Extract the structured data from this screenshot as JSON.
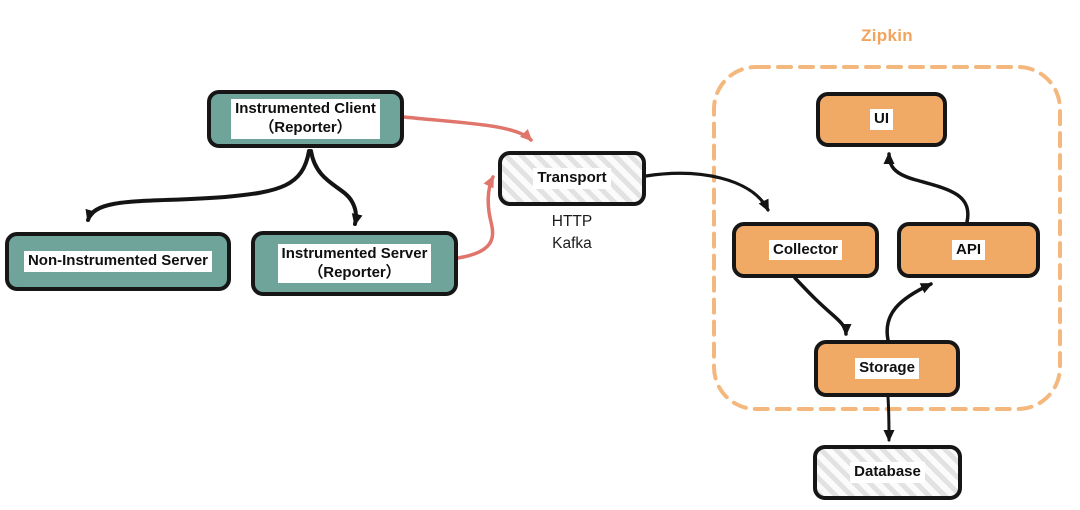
{
  "container": {
    "label": "Zipkin"
  },
  "nodes": {
    "client": {
      "line1": "Instrumented Client",
      "line2": "（Reporter）"
    },
    "non_instrumented_server": {
      "line1": "Non-Instrumented Server"
    },
    "instrumented_server": {
      "line1": "Instrumented Server",
      "line2": "（Reporter）"
    },
    "transport": {
      "line1": "Transport"
    },
    "transport_protocols": {
      "line1": "HTTP",
      "line2": "Kafka"
    },
    "ui": {
      "line1": "UI"
    },
    "collector": {
      "line1": "Collector"
    },
    "api": {
      "line1": "API"
    },
    "storage": {
      "line1": "Storage"
    },
    "database": {
      "line1": "Database"
    }
  },
  "edges": [
    {
      "from": "Instrumented Client (Reporter)",
      "to": "Non-Instrumented Server",
      "color": "black"
    },
    {
      "from": "Instrumented Client (Reporter)",
      "to": "Instrumented Server (Reporter)",
      "color": "black"
    },
    {
      "from": "Instrumented Client (Reporter)",
      "to": "Transport",
      "color": "red"
    },
    {
      "from": "Instrumented Server (Reporter)",
      "to": "Transport",
      "color": "red"
    },
    {
      "from": "Transport",
      "to": "Collector",
      "color": "black"
    },
    {
      "from": "Collector",
      "to": "Storage",
      "color": "black"
    },
    {
      "from": "Storage",
      "to": "API",
      "color": "black"
    },
    {
      "from": "API",
      "to": "UI",
      "color": "black"
    },
    {
      "from": "Storage",
      "to": "Database",
      "color": "black"
    }
  ],
  "colors": {
    "teal_fill": "#6FA49B",
    "orange_fill": "#F1A966",
    "container_border": "#F4B87E",
    "container_label": "#F2A45C",
    "arrow_black": "#141414",
    "arrow_red": "#E0756B",
    "hatch_stripe": "#E2E2E2"
  }
}
